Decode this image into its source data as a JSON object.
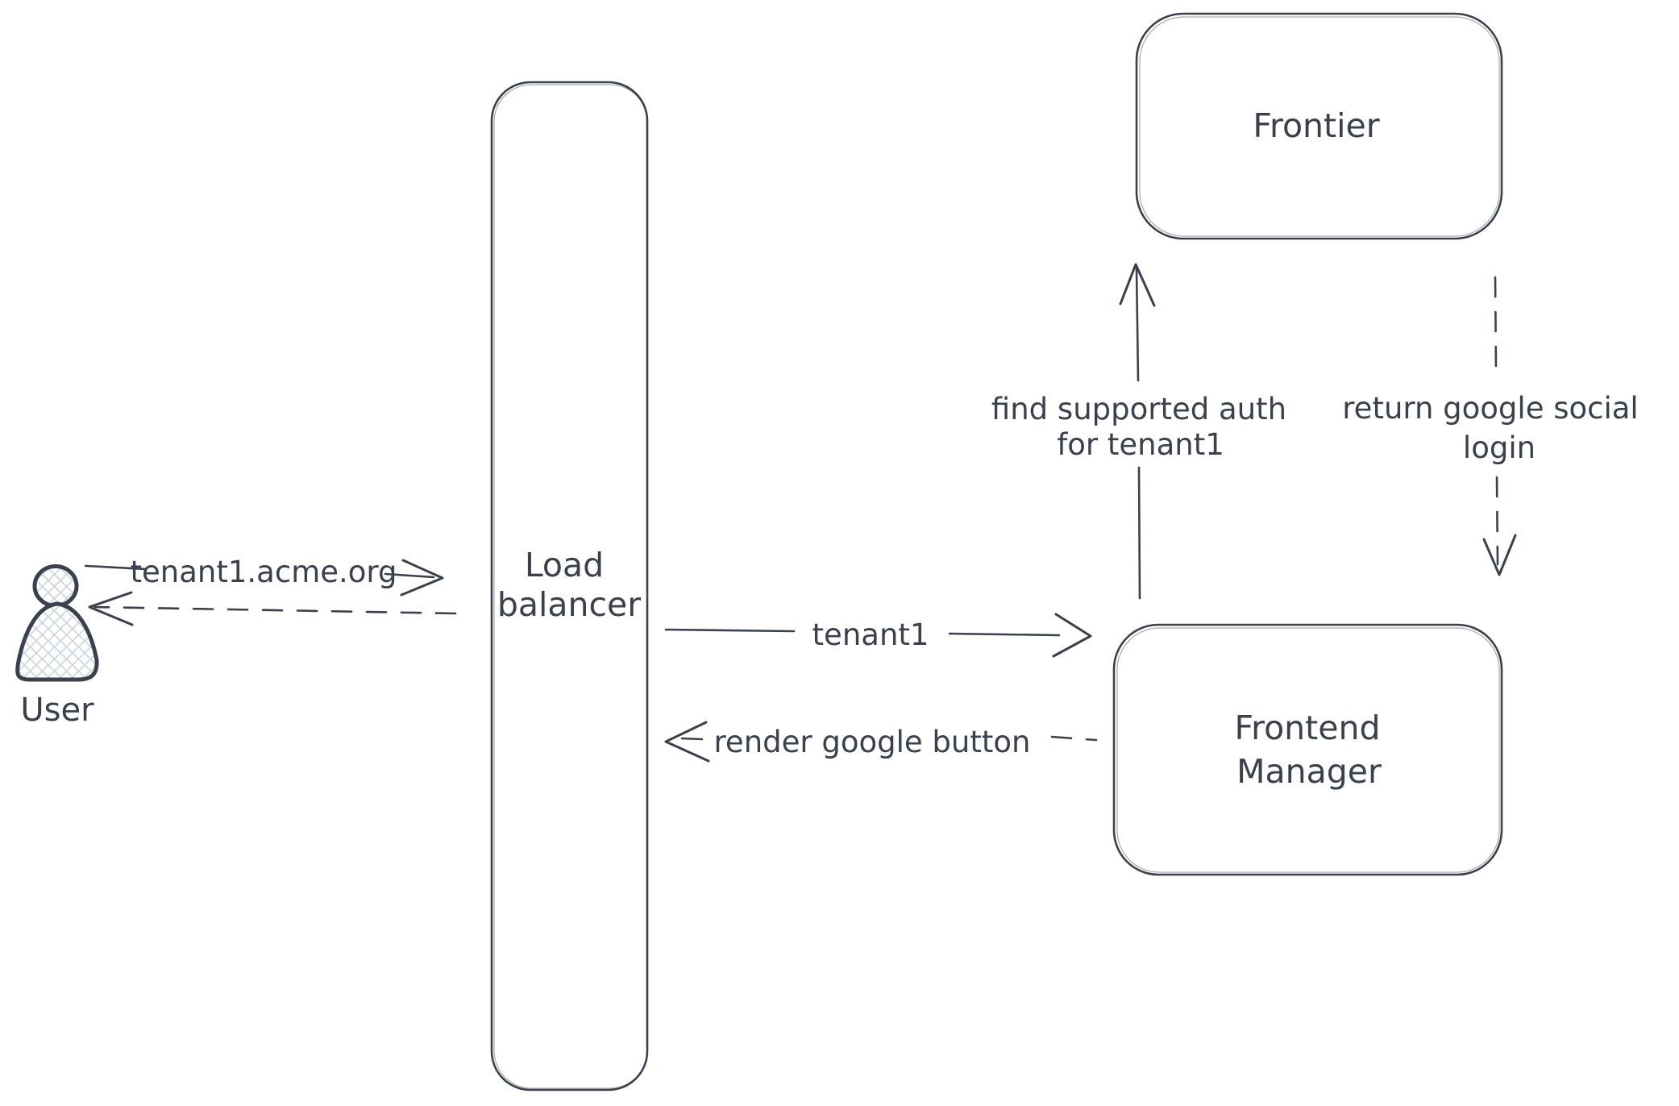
{
  "colors": {
    "background": "#ffffff",
    "ink": "#3a414d",
    "hatch": "#ccd3db"
  },
  "actor": {
    "icon": "person-icon",
    "label": "User"
  },
  "nodes": {
    "load_balancer": {
      "line1": "Load",
      "line2": "balancer"
    },
    "frontier": {
      "label": "Frontier"
    },
    "frontend_manager": {
      "line1": "Frontend",
      "line2": "Manager"
    }
  },
  "edges": {
    "user_request": {
      "label": "tenant1.acme.org",
      "style": "solid-arrow-right"
    },
    "user_response": {
      "style": "dashed-arrow-left"
    },
    "lb_to_fm": {
      "label": "tenant1",
      "style": "solid-arrow-right"
    },
    "fm_to_lb": {
      "label": "render google button",
      "style": "dashed-arrow-left"
    },
    "fm_to_frontier": {
      "line1": "find supported auth",
      "line2": "for tenant1",
      "style": "solid-arrow-up"
    },
    "frontier_to_fm": {
      "line1": "return google social",
      "line2": "login",
      "style": "dashed-arrow-down"
    }
  }
}
